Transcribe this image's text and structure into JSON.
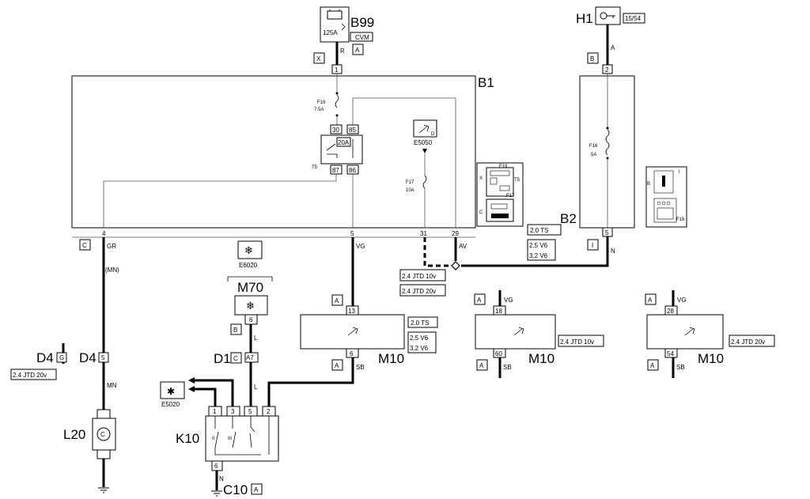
{
  "components": {
    "b99": {
      "code": "B99",
      "rating": "125A",
      "sub": "CVM",
      "tag": "A"
    },
    "h1": {
      "code": "H1",
      "ref": "15/54"
    },
    "b1": {
      "code": "B1"
    },
    "b2": {
      "code": "B2"
    },
    "m70": {
      "code": "M70"
    },
    "m10": {
      "code": "M10"
    },
    "d4": {
      "code": "D4"
    },
    "d1": {
      "code": "D1"
    },
    "l20": {
      "code": "L20",
      "symbol": "C"
    },
    "k10": {
      "code": "K10"
    },
    "c10": {
      "code": "C10"
    }
  },
  "connectors": {
    "x": "X",
    "a": "A",
    "b": "B",
    "c": "C",
    "i": "I",
    "g": "G"
  },
  "pins": {
    "p1": "1",
    "p2": "2",
    "p4": "4",
    "p5": "5",
    "p31": "31",
    "p29": "29",
    "p30": "30",
    "p85": "85",
    "p87": "87",
    "p86": "86",
    "p13": "13",
    "p6": "6",
    "p18": "18",
    "p60": "60",
    "p28": "28",
    "p54": "54",
    "pA7": "A7",
    "pk1": "1",
    "pk3": "3",
    "pk5": "5",
    "pk2": "2",
    "relay_ii": "II",
    "relay_iii": "III"
  },
  "fuses": {
    "f19": "F19",
    "f19_rating": "7.5A",
    "f17": "F17",
    "f17_rating": "10A",
    "f16": "F16",
    "f16_rating": "5A",
    "relay_rating": "20A",
    "t5": "T5"
  },
  "parts": {
    "e5050": "E5050",
    "e6020": "E6020",
    "e5020": "E5020"
  },
  "wires": {
    "r": "R",
    "a": "A",
    "gr": "GR",
    "mn_paren": "(MN)",
    "mn": "MN",
    "vg": "VG",
    "av": "AV",
    "n": "N",
    "l": "L",
    "sb": "SB"
  },
  "variants": {
    "ts20": "2.0 TS",
    "v25": "2.5 V6",
    "v32": "3.2 V6",
    "jtd10": "2.4 JTD 10v",
    "jtd20": "2.4 JTD 20v"
  },
  "mini_labels": {
    "f19": "F19",
    "t5": "T5",
    "x": "X",
    "f17": "F17",
    "c": "C",
    "i": "I",
    "b": "B",
    "f16": "F16"
  }
}
